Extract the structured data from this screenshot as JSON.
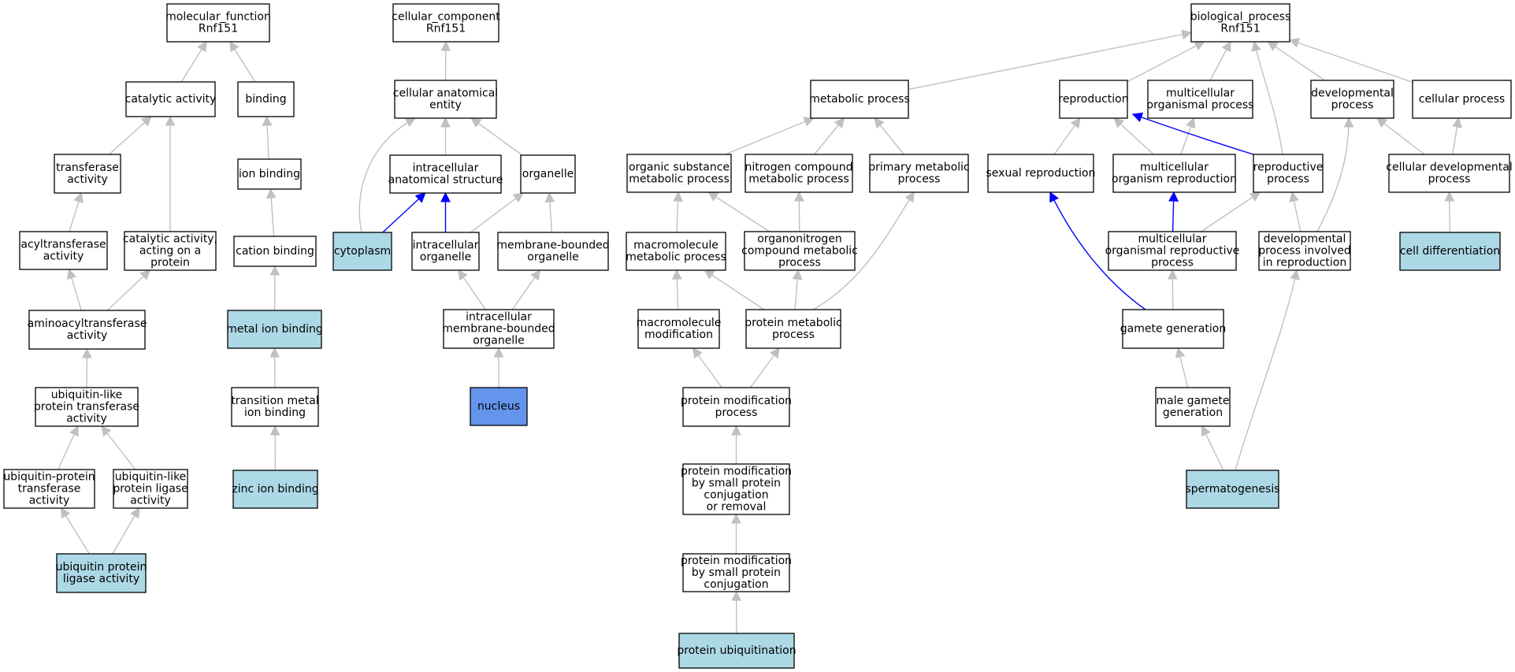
{
  "colors": {
    "node_default": "#ffffff",
    "node_annotated": "#add8e6",
    "node_focus": "#6495ed",
    "edge_default": "#c0c0c0",
    "edge_highlight": "#0000ff"
  },
  "nodes": {
    "mf_root": {
      "lines": [
        "molecular_function",
        "Rnf151"
      ],
      "style": "default"
    },
    "cc_root": {
      "lines": [
        "cellular_component",
        "Rnf151"
      ],
      "style": "default"
    },
    "bp_root": {
      "lines": [
        "biological_process",
        "Rnf151"
      ],
      "style": "default"
    },
    "catalytic": {
      "lines": [
        "catalytic activity"
      ],
      "style": "default"
    },
    "binding": {
      "lines": [
        "binding"
      ],
      "style": "default"
    },
    "transferase": {
      "lines": [
        "transferase",
        "activity"
      ],
      "style": "default"
    },
    "ion_binding": {
      "lines": [
        "ion binding"
      ],
      "style": "default"
    },
    "acyltransferase": {
      "lines": [
        "acyltransferase",
        "activity"
      ],
      "style": "default"
    },
    "cat_protein": {
      "lines": [
        "catalytic activity,",
        "acting on a",
        "protein"
      ],
      "style": "default"
    },
    "cation_binding": {
      "lines": [
        "cation binding"
      ],
      "style": "default"
    },
    "aminoacyl": {
      "lines": [
        "aminoacyltransferase",
        "activity"
      ],
      "style": "default"
    },
    "metal_ion": {
      "lines": [
        "metal ion binding"
      ],
      "style": "annotated"
    },
    "ubl_transferase": {
      "lines": [
        "ubiquitin-like",
        "protein transferase",
        "activity"
      ],
      "style": "default"
    },
    "transition_metal": {
      "lines": [
        "transition metal",
        "ion binding"
      ],
      "style": "default"
    },
    "ub_transferase": {
      "lines": [
        "ubiquitin-protein",
        "transferase",
        "activity"
      ],
      "style": "default"
    },
    "ubl_ligase": {
      "lines": [
        "ubiquitin-like",
        "protein ligase",
        "activity"
      ],
      "style": "default"
    },
    "zinc": {
      "lines": [
        "zinc ion binding"
      ],
      "style": "annotated"
    },
    "ub_ligase": {
      "lines": [
        "ubiquitin protein",
        "ligase activity"
      ],
      "style": "annotated"
    },
    "anat_entity": {
      "lines": [
        "cellular anatomical",
        "entity"
      ],
      "style": "default"
    },
    "intra_anat": {
      "lines": [
        "intracellular",
        "anatomical structure"
      ],
      "style": "default"
    },
    "organelle": {
      "lines": [
        "organelle"
      ],
      "style": "default"
    },
    "cytoplasm": {
      "lines": [
        "cytoplasm"
      ],
      "style": "annotated"
    },
    "intra_organelle": {
      "lines": [
        "intracellular",
        "organelle"
      ],
      "style": "default"
    },
    "membrane_organelle": {
      "lines": [
        "membrane-bounded",
        "organelle"
      ],
      "style": "default"
    },
    "intra_membrane": {
      "lines": [
        "intracellular",
        "membrane-bounded",
        "organelle"
      ],
      "style": "default"
    },
    "nucleus": {
      "lines": [
        "nucleus"
      ],
      "style": "focus"
    },
    "metabolic": {
      "lines": [
        "metabolic process"
      ],
      "style": "default"
    },
    "organic_subst": {
      "lines": [
        "organic substance",
        "metabolic process"
      ],
      "style": "default"
    },
    "nitrogen": {
      "lines": [
        "nitrogen compound",
        "metabolic process"
      ],
      "style": "default"
    },
    "primary": {
      "lines": [
        "primary metabolic",
        "process"
      ],
      "style": "default"
    },
    "macro_metab": {
      "lines": [
        "macromolecule",
        "metabolic process"
      ],
      "style": "default"
    },
    "organonitrogen": {
      "lines": [
        "organonitrogen",
        "compound metabolic",
        "process"
      ],
      "style": "default"
    },
    "macro_mod": {
      "lines": [
        "macromolecule",
        "modification"
      ],
      "style": "default"
    },
    "protein_metab": {
      "lines": [
        "protein metabolic",
        "process"
      ],
      "style": "default"
    },
    "protein_mod": {
      "lines": [
        "protein modification",
        "process"
      ],
      "style": "default"
    },
    "pm_small_removal": {
      "lines": [
        "protein modification",
        "by small protein",
        "conjugation",
        "or removal"
      ],
      "style": "default"
    },
    "pm_small": {
      "lines": [
        "protein modification",
        "by small protein",
        "conjugation"
      ],
      "style": "default"
    },
    "ubiquitination": {
      "lines": [
        "protein ubiquitination"
      ],
      "style": "annotated"
    },
    "reproduction": {
      "lines": [
        "reproduction"
      ],
      "style": "default"
    },
    "multi_org": {
      "lines": [
        "multicellular",
        "organismal process"
      ],
      "style": "default"
    },
    "developmental": {
      "lines": [
        "developmental",
        "process"
      ],
      "style": "default"
    },
    "cellular_proc": {
      "lines": [
        "cellular process"
      ],
      "style": "default"
    },
    "sexual_repro": {
      "lines": [
        "sexual reproduction"
      ],
      "style": "default"
    },
    "multi_repro": {
      "lines": [
        "multicellular",
        "organism reproduction"
      ],
      "style": "default"
    },
    "repro_proc": {
      "lines": [
        "reproductive",
        "process"
      ],
      "style": "default"
    },
    "cell_dev": {
      "lines": [
        "cellular developmental",
        "process"
      ],
      "style": "default"
    },
    "multi_repro_proc": {
      "lines": [
        "multicellular",
        "organismal reproductive",
        "process"
      ],
      "style": "default"
    },
    "dev_repro": {
      "lines": [
        "developmental",
        "process involved",
        "in reproduction"
      ],
      "style": "default"
    },
    "cell_diff": {
      "lines": [
        "cell differentiation"
      ],
      "style": "annotated"
    },
    "gamete_gen": {
      "lines": [
        "gamete generation"
      ],
      "style": "default"
    },
    "male_gamete": {
      "lines": [
        "male gamete",
        "generation"
      ],
      "style": "default"
    },
    "spermatogenesis": {
      "lines": [
        "spermatogenesis"
      ],
      "style": "annotated"
    }
  },
  "edges": [
    {
      "from": "catalytic",
      "to": "mf_root",
      "style": "default"
    },
    {
      "from": "binding",
      "to": "mf_root",
      "style": "default"
    },
    {
      "from": "transferase",
      "to": "catalytic",
      "style": "default"
    },
    {
      "from": "cat_protein",
      "to": "catalytic",
      "style": "default"
    },
    {
      "from": "ion_binding",
      "to": "binding",
      "style": "default"
    },
    {
      "from": "acyltransferase",
      "to": "transferase",
      "style": "default"
    },
    {
      "from": "cation_binding",
      "to": "ion_binding",
      "style": "default"
    },
    {
      "from": "aminoacyl",
      "to": "acyltransferase",
      "style": "default"
    },
    {
      "from": "aminoacyl",
      "to": "cat_protein",
      "style": "default"
    },
    {
      "from": "metal_ion",
      "to": "cation_binding",
      "style": "default"
    },
    {
      "from": "ubl_transferase",
      "to": "aminoacyl",
      "style": "default"
    },
    {
      "from": "transition_metal",
      "to": "metal_ion",
      "style": "default"
    },
    {
      "from": "ub_transferase",
      "to": "ubl_transferase",
      "style": "default"
    },
    {
      "from": "ubl_ligase",
      "to": "ubl_transferase",
      "style": "default"
    },
    {
      "from": "zinc",
      "to": "transition_metal",
      "style": "default"
    },
    {
      "from": "ub_ligase",
      "to": "ub_transferase",
      "style": "default"
    },
    {
      "from": "ub_ligase",
      "to": "ubl_ligase",
      "style": "default"
    },
    {
      "from": "anat_entity",
      "to": "cc_root",
      "style": "default"
    },
    {
      "from": "intra_anat",
      "to": "anat_entity",
      "style": "default"
    },
    {
      "from": "organelle",
      "to": "anat_entity",
      "style": "default"
    },
    {
      "from": "cytoplasm",
      "to": "anat_entity",
      "style": "default"
    },
    {
      "from": "cytoplasm",
      "to": "intra_anat",
      "style": "highlight"
    },
    {
      "from": "intra_organelle",
      "to": "intra_anat",
      "style": "highlight"
    },
    {
      "from": "intra_organelle",
      "to": "organelle",
      "style": "default"
    },
    {
      "from": "membrane_organelle",
      "to": "organelle",
      "style": "default"
    },
    {
      "from": "intra_membrane",
      "to": "intra_organelle",
      "style": "default"
    },
    {
      "from": "intra_membrane",
      "to": "membrane_organelle",
      "style": "default"
    },
    {
      "from": "nucleus",
      "to": "intra_membrane",
      "style": "default"
    },
    {
      "from": "metabolic",
      "to": "bp_root",
      "style": "default"
    },
    {
      "from": "reproduction",
      "to": "bp_root",
      "style": "default"
    },
    {
      "from": "multi_org",
      "to": "bp_root",
      "style": "default"
    },
    {
      "from": "repro_proc",
      "to": "bp_root",
      "style": "default"
    },
    {
      "from": "developmental",
      "to": "bp_root",
      "style": "default"
    },
    {
      "from": "cellular_proc",
      "to": "bp_root",
      "style": "default"
    },
    {
      "from": "organic_subst",
      "to": "metabolic",
      "style": "default"
    },
    {
      "from": "nitrogen",
      "to": "metabolic",
      "style": "default"
    },
    {
      "from": "primary",
      "to": "metabolic",
      "style": "default"
    },
    {
      "from": "macro_metab",
      "to": "organic_subst",
      "style": "default"
    },
    {
      "from": "organonitrogen",
      "to": "organic_subst",
      "style": "default"
    },
    {
      "from": "organonitrogen",
      "to": "nitrogen",
      "style": "default"
    },
    {
      "from": "macro_mod",
      "to": "macro_metab",
      "style": "default"
    },
    {
      "from": "protein_metab",
      "to": "macro_metab",
      "style": "default"
    },
    {
      "from": "protein_metab",
      "to": "organonitrogen",
      "style": "default"
    },
    {
      "from": "protein_metab",
      "to": "primary",
      "style": "default"
    },
    {
      "from": "protein_mod",
      "to": "macro_mod",
      "style": "default"
    },
    {
      "from": "protein_mod",
      "to": "protein_metab",
      "style": "default"
    },
    {
      "from": "pm_small_removal",
      "to": "protein_mod",
      "style": "default"
    },
    {
      "from": "pm_small",
      "to": "pm_small_removal",
      "style": "default"
    },
    {
      "from": "ubiquitination",
      "to": "pm_small",
      "style": "default"
    },
    {
      "from": "sexual_repro",
      "to": "reproduction",
      "style": "default"
    },
    {
      "from": "multi_repro",
      "to": "reproduction",
      "style": "default"
    },
    {
      "from": "multi_repro",
      "to": "multi_org",
      "style": "default"
    },
    {
      "from": "repro_proc",
      "to": "reproduction",
      "style": "highlight"
    },
    {
      "from": "cell_dev",
      "to": "developmental",
      "style": "default"
    },
    {
      "from": "cell_dev",
      "to": "cellular_proc",
      "style": "default"
    },
    {
      "from": "multi_repro_proc",
      "to": "multi_repro",
      "style": "highlight"
    },
    {
      "from": "multi_repro_proc",
      "to": "repro_proc",
      "style": "default"
    },
    {
      "from": "dev_repro",
      "to": "repro_proc",
      "style": "default"
    },
    {
      "from": "dev_repro",
      "to": "developmental",
      "style": "default"
    },
    {
      "from": "cell_diff",
      "to": "cell_dev",
      "style": "default"
    },
    {
      "from": "gamete_gen",
      "to": "sexual_repro",
      "style": "highlight"
    },
    {
      "from": "gamete_gen",
      "to": "multi_repro_proc",
      "style": "default"
    },
    {
      "from": "male_gamete",
      "to": "gamete_gen",
      "style": "default"
    },
    {
      "from": "spermatogenesis",
      "to": "male_gamete",
      "style": "default"
    },
    {
      "from": "spermatogenesis",
      "to": "dev_repro",
      "style": "default"
    }
  ]
}
